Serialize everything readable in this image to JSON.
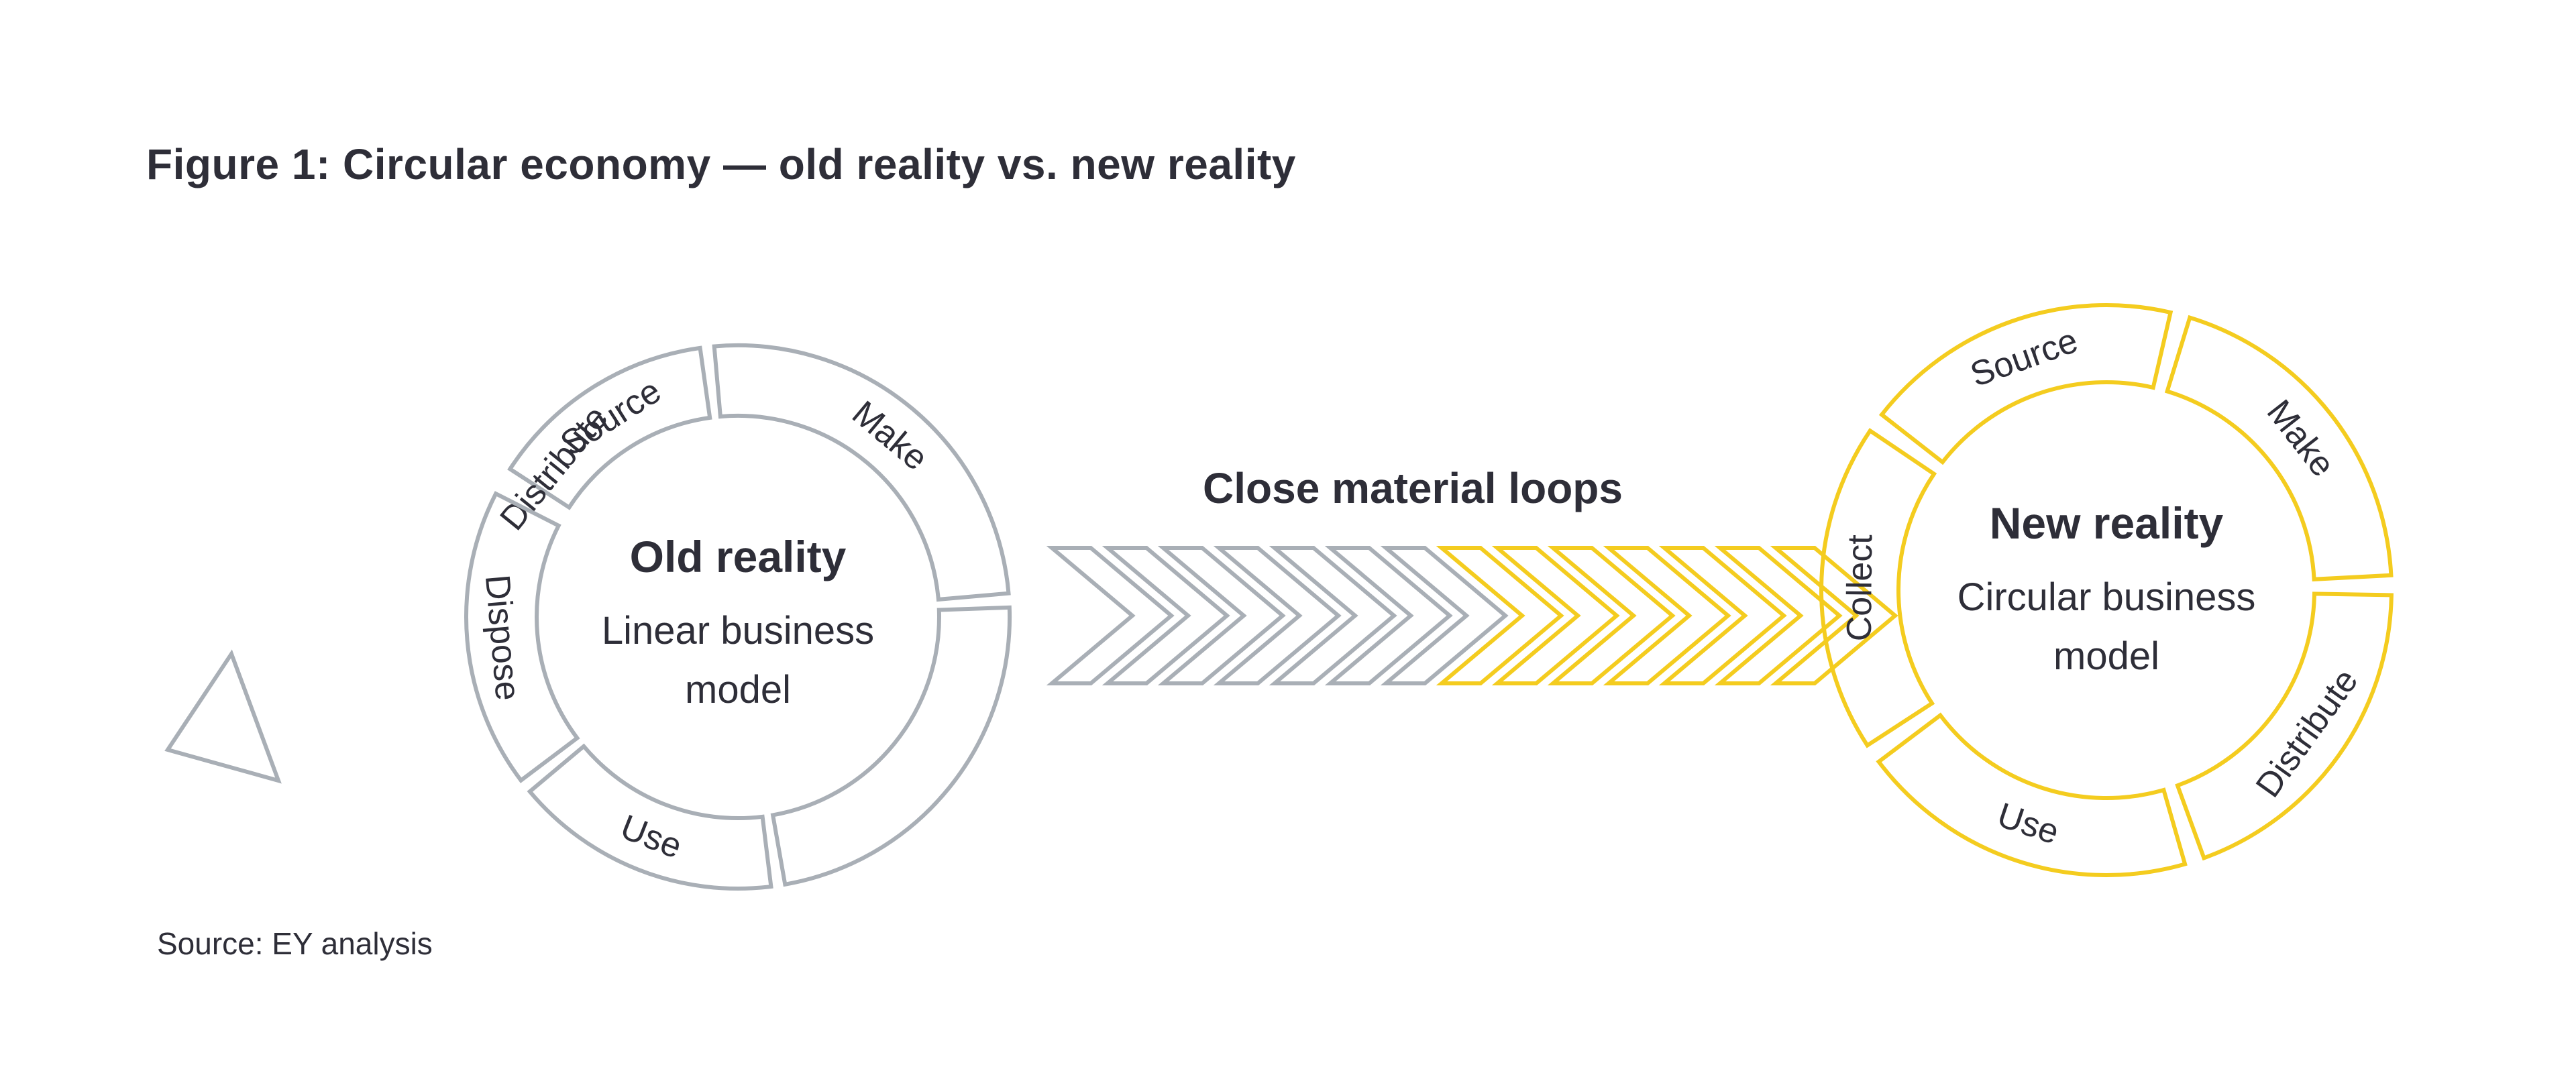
{
  "title": "Figure 1: Circular economy — old reality vs. new reality",
  "old_reality": {
    "title": "Old reality",
    "subtitle_line1": "Linear business",
    "subtitle_line2": "model",
    "segments": [
      "Source",
      "Make",
      "Distribute",
      "Use",
      "Dispose"
    ]
  },
  "transition": {
    "label": "Close material loops",
    "gray_chevrons": 7,
    "yellow_chevrons": 7
  },
  "new_reality": {
    "title": "New reality",
    "subtitle_line1": "Circular business",
    "subtitle_line2": "model",
    "segments": [
      "Source",
      "Make",
      "Distribute",
      "Use",
      "Collect"
    ]
  },
  "source_note": "Source: EY analysis",
  "colors": {
    "old": "#a9afb6",
    "new": "#f4cc1f",
    "text": "#2e2e38"
  }
}
